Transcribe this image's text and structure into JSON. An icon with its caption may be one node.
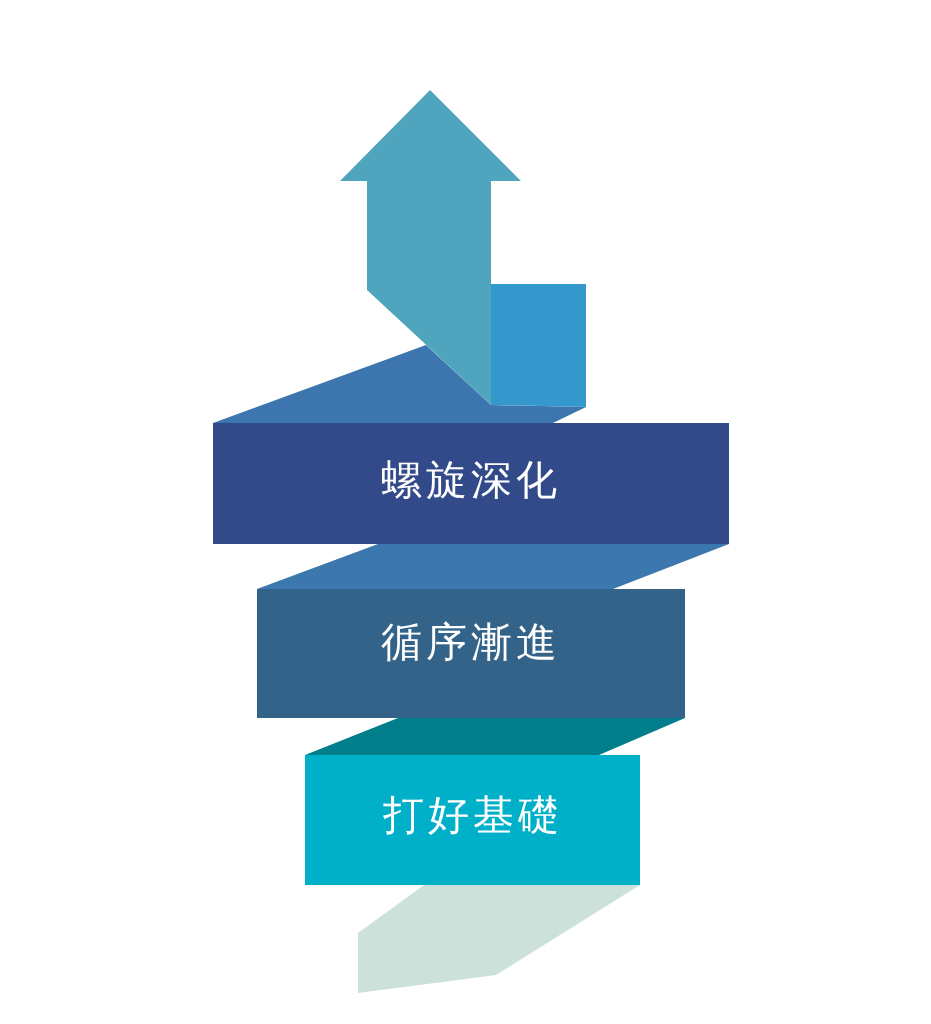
{
  "diagram": {
    "nodes": [
      {
        "text": [
          "螺旋深化"
        ]
      },
      {
        "text": [
          "循序漸進"
        ]
      },
      {
        "text": [
          "打好基礎"
        ]
      },
      {
        "text": [],
        "shape": "ribbon"
      }
    ],
    "edges": [
      {
        "from": 2,
        "to": 1,
        "arrow": "none",
        "color": "#007e8c"
      },
      {
        "from": 1,
        "to": 0,
        "arrow": "none",
        "color": "#3c77ae"
      }
    ]
  }
}
